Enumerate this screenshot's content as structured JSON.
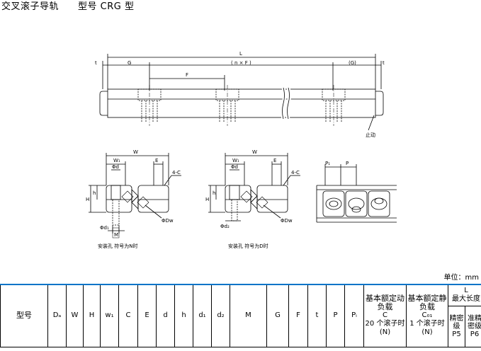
{
  "page_title": "交叉滚子导轨　　型号 CRG 型",
  "unit_label": "单位：mm",
  "drawing_labels": {
    "dim_t": "t",
    "dim_G": "G",
    "dim_L": "L",
    "dim_nF": "( n × F )",
    "dim_G_paren": "(G)",
    "dim_F": "F",
    "stopper": "止动",
    "dim_W": "W",
    "dim_W1": "W₁",
    "dim_d": "Φd",
    "dim_E": "E",
    "dim_C": "4-C",
    "dim_h": "h",
    "dim_H": "H",
    "dim_Dw": "ΦDw",
    "dim_d1": "Φd₁",
    "dim_d2": "Φd₂",
    "dim_M": "M",
    "dim_P1": "P₁",
    "dim_P": "P",
    "note_N": "安装孔 符号为N时",
    "note_D": "安装孔 符号为D时"
  },
  "table": {
    "headers": {
      "model": "型号",
      "Dw": "Dₐ",
      "W": "W",
      "H": "H",
      "W1": "w₁",
      "C": "C",
      "E": "E",
      "d": "d",
      "h": "h",
      "d1": "d₁",
      "d2": "d₂",
      "M": "M",
      "G": "G",
      "F": "F",
      "t": "t",
      "P": "P",
      "P1": "Pᵢ",
      "dyn_title": "基本额定动负载",
      "dyn_symbol": "C",
      "dyn_cond": "20 个滚子时",
      "dyn_unit": "(N)",
      "sta_title": "基本额定静负载",
      "sta_symbol": "C₀₁",
      "sta_cond": "1 个滚子时",
      "sta_unit": "(N)",
      "len_L": "L",
      "len_title": "最大长度",
      "grade_p5_a": "精密级",
      "grade_p5_b": "P5",
      "grade_p6_a": "准精密级",
      "grade_p6_b": "P6"
    }
  }
}
